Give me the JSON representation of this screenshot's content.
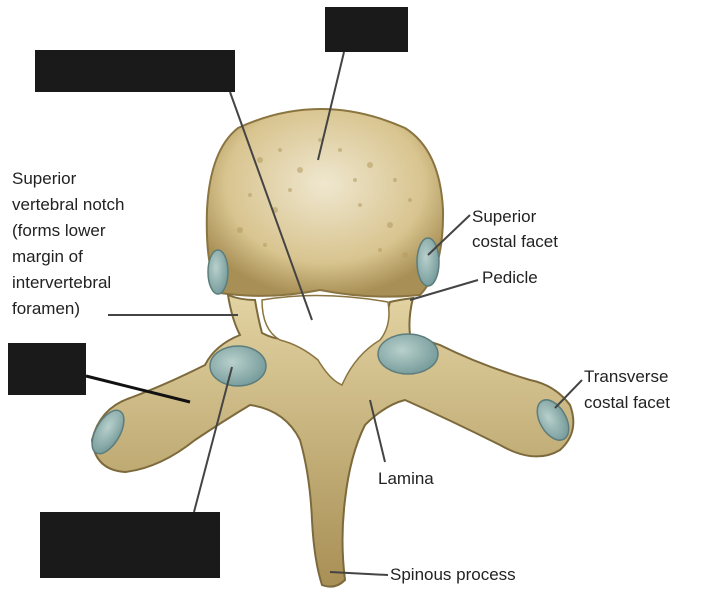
{
  "figure": {
    "title": "",
    "labels": {
      "superior_vertebral_notch": "Superior\nvertebral notch\n(forms lower\nmargin of\nintervertebral\nforamen)",
      "superior_costal_facet": "Superior\ncostal facet",
      "pedicle": "Pedicle",
      "transverse_costal_facet": "Transverse\ncostal facet",
      "lamina": "Lamina",
      "spinous_process": "Spinous process"
    },
    "hidden_label_boxes": [
      "top-center",
      "top-left",
      "mid-left",
      "bottom-left"
    ],
    "colors": {
      "bone": "#d8c48f",
      "bone_shadow": "#a88f55",
      "bone_dark": "#7d6a3c",
      "facet": "#8fb0b0",
      "mask": "#1a1a1a",
      "leader": "#444444"
    }
  }
}
